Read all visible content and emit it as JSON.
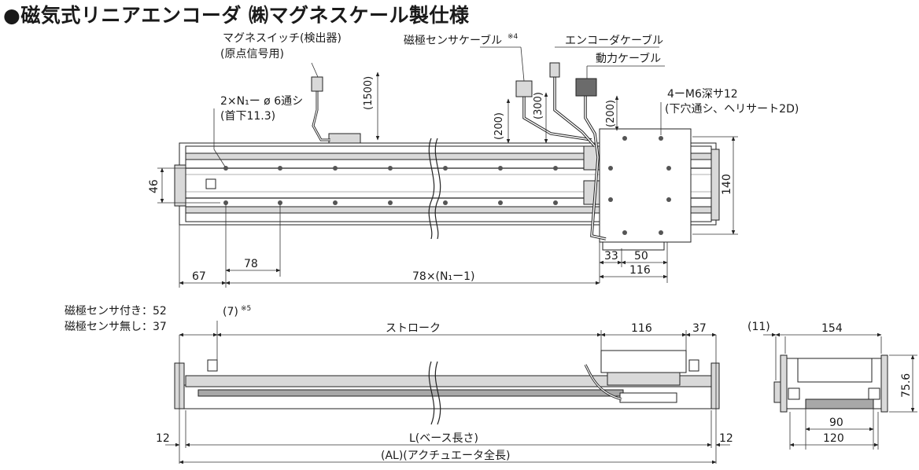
{
  "title": "●磁気式リニアエンコーダ ㈱マグネスケール製仕様",
  "top_view": {
    "magnetic_switch": "マグネスイッチ(検出器)",
    "magnetic_switch_sub": "(原点信号用)",
    "pole_cable": "磁極センサケーブル",
    "pole_cable_note": "※4",
    "encoder_cable": "エンコーダケーブル",
    "power_cable": "動力ケーブル",
    "hole_spec": "2×N₁ー ø 6通シ",
    "hole_spec_sub": "(首下11.3)",
    "tap_spec": "4ーM6深サ12",
    "tap_spec_sub": "(下穴通シ、ヘリサート2D)",
    "dim_1500": "(1500)",
    "dim_300": "(300)",
    "dim_200_left": "(200)",
    "dim_200_right": "(200)",
    "dim_46": "46",
    "dim_140": "140",
    "dim_67": "67",
    "dim_78": "78",
    "dim_78n": "78×(N₁ー1)",
    "dim_33": "33",
    "dim_50": "50",
    "dim_116": "116"
  },
  "front_view": {
    "pole_with": "磁極センサ付き：52",
    "pole_without": "磁極センサ無し：37",
    "dim_7": "(7)",
    "dim_7_note": "※5",
    "stroke": "ストローク",
    "dim_116": "116",
    "dim_37": "37",
    "dim_12_left": "12",
    "dim_12_right": "12",
    "base_length": "L(ベース長さ)",
    "actuator_length": "(AL)(アクチュエータ全長)"
  },
  "side_view": {
    "dim_11": "(11)",
    "dim_154": "154",
    "dim_756": "75.6",
    "dim_90": "90",
    "dim_120": "120"
  }
}
